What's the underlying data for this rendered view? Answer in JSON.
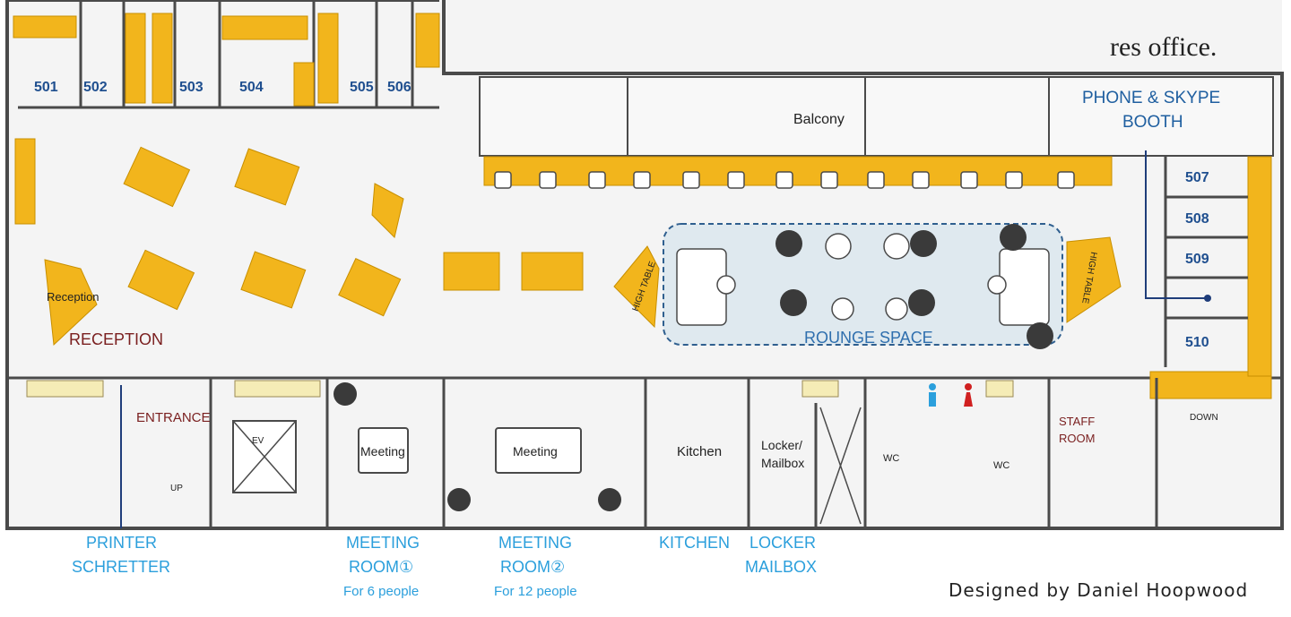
{
  "brand": {
    "logo_text": "res office."
  },
  "credit": "Designed by Daniel Hoopwood",
  "rooms": {
    "r501": "501",
    "r502": "502",
    "r503": "503",
    "r504": "504",
    "r505": "505",
    "r506": "506",
    "r507": "507",
    "r508": "508",
    "r509": "509",
    "r510": "510"
  },
  "areas": {
    "balcony": "Balcony",
    "reception_desk": "Reception",
    "reception": "RECEPTION",
    "entrance": "ENTRANCE",
    "high_table": "HIGH TABLE",
    "lounge": "ROUNGE SPACE",
    "meeting_a": "Meeting",
    "meeting_b": "Meeting",
    "kitchen": "Kitchen",
    "locker_line1": "Locker/",
    "locker_line2": "Mailbox",
    "wc": "WC",
    "staff_line1": "STAFF",
    "staff_line2": "ROOM",
    "up": "UP",
    "down": "DOWN",
    "ev": "EV"
  },
  "callouts": {
    "phone_line1": "PHONE & SKYPE",
    "phone_line2": "BOOTH",
    "printer_line1": "PRINTER",
    "printer_line2": "SCHRETTER",
    "meeting1_line1": "MEETING",
    "meeting1_line2": "ROOM①",
    "meeting1_capacity": "For 6 people",
    "meeting2_line1": "MEETING",
    "meeting2_line2": "ROOM②",
    "meeting2_capacity": "For 12 people",
    "kitchen": "KITCHEN",
    "locker_line1": "LOCKER",
    "locker_line2": "MAILBOX"
  },
  "colors": {
    "desk": "#f2b51c",
    "wall": "#4a4a4a",
    "floor": "#f4f4f4",
    "callout": "#2b9fdc",
    "room_no": "#1f4f8f",
    "maroon": "#7a1f1f"
  }
}
